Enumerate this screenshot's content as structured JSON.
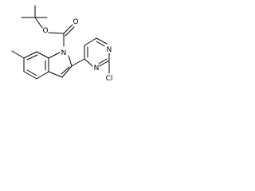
{
  "molecule": {
    "atoms": {
      "carbonyl_oxygen": "O",
      "ester_oxygen": "O",
      "indole_nitrogen": "N",
      "pyrimidine_n3": "N",
      "pyrimidine_n1": "N",
      "chlorine": "Cl"
    }
  },
  "colors": {
    "ink": "#000000",
    "background": "#ffffff"
  }
}
